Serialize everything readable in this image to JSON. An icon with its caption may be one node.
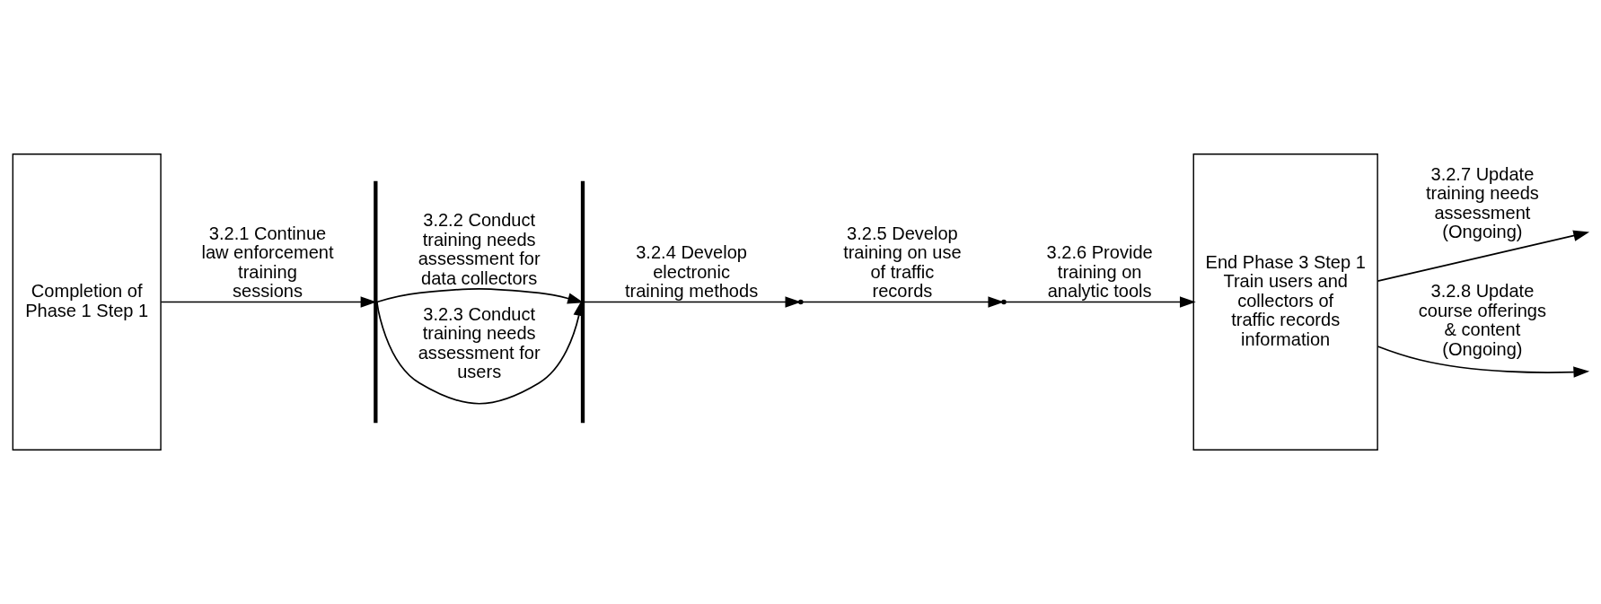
{
  "diagram": {
    "nodes": [
      {
        "text": [
          "Completion of Phase 1 Step 1"
        ]
      },
      {
        "text": [],
        "shape": "bar"
      },
      {
        "text": [],
        "shape": "bar"
      },
      {
        "text": [],
        "shape": "point"
      },
      {
        "text": [],
        "shape": "point"
      },
      {
        "text": [
          "End Phase 3 Step 1 Train users and collectors of traffic records information"
        ]
      }
    ],
    "edges": [
      {
        "from": 0,
        "to": 1,
        "arrow": "to",
        "label": "3.2.1 Continue law enforcement training sessions"
      },
      {
        "from": 1,
        "to": 2,
        "arrow": "to",
        "label": "3.2.2 Conduct training needs assessment for data collectors"
      },
      {
        "from": 1,
        "to": 2,
        "arrow": "to",
        "label": "3.2.3 Conduct training needs assessment for users"
      },
      {
        "from": 2,
        "to": 3,
        "arrow": "to",
        "label": "3.2.4 Develop electronic training methods"
      },
      {
        "from": 3,
        "to": 4,
        "arrow": "to",
        "label": "3.2.5 Develop training on use of traffic records"
      },
      {
        "from": 4,
        "to": 5,
        "arrow": "to",
        "label": "3.2.6 Provide training on analytic tools"
      },
      {
        "from": 5,
        "to": null,
        "arrow": "to",
        "label": "3.2.7 Update training needs assessment (Ongoing)"
      },
      {
        "from": 5,
        "to": null,
        "arrow": "to",
        "label": "3.2.8 Update course offerings & content (Ongoing)"
      }
    ]
  }
}
